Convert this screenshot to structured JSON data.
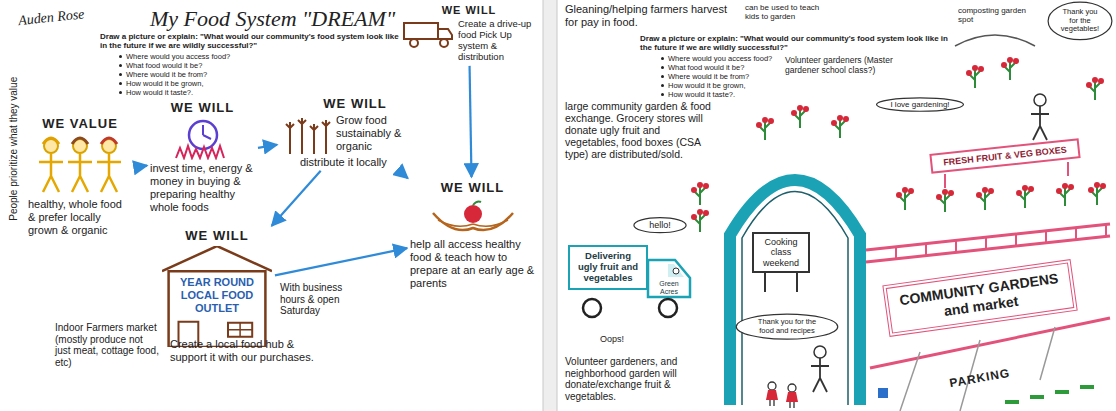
{
  "diagram": {
    "title": "My Food System \"DREAM\"",
    "nodes": [
      {
        "text": [
          "WE VALUE",
          "healthy, whole food & prefer locally grown & organic"
        ]
      },
      {
        "text": [
          "WE WILL",
          "invest time, energy & money in buying & preparing healthy whole foods"
        ]
      },
      {
        "text": [
          "WE WILL",
          "Grow food sustainably & organic",
          "distribute it locally"
        ]
      },
      {
        "text": [
          "WE WILL",
          "Create a drive-up food Pick Up system & distribution"
        ]
      },
      {
        "text": [
          "WE WILL",
          "help all access healthy food & teach how to prepare at an early age & parents"
        ]
      },
      {
        "text": [
          "WE WILL",
          "YEAR ROUND LOCAL FOOD OUTLET"
        ]
      },
      {
        "text": [
          "Delivering ugly fruit and vegetables"
        ]
      },
      {
        "text": [
          "Cooking class weekend"
        ]
      },
      {
        "text": [
          "COMMUNITY GARDENS and market"
        ]
      },
      {
        "text": [
          "FRESH FRUIT & VEG BOXES"
        ]
      }
    ],
    "edges": [
      {
        "from": 0,
        "to": 1,
        "arrow": "to"
      },
      {
        "from": 1,
        "to": 2,
        "arrow": "to"
      },
      {
        "from": 2,
        "to": 5,
        "arrow": "to"
      },
      {
        "from": 2,
        "to": 4,
        "arrow": "to"
      },
      {
        "from": 3,
        "to": 4,
        "arrow": "to"
      },
      {
        "from": 5,
        "to": 4,
        "arrow": "to"
      }
    ],
    "labels": [
      "Auden Rose",
      "People prioritize what they value",
      "Draw a picture or explain: \"What would our community's food system look like in the future if we are wildly successful?\"",
      "Where would you access food?",
      "What food would it be?",
      "Where would it be from?",
      "How would it be grown,",
      "How would it taste?.",
      "With business hours & open Saturday",
      "Indoor Farmers market (mostly produce not just meat, cottage food, etc)",
      "Create a local food hub & support it with our purchases.",
      "Gleaning/helping farmers harvest for pay in food.",
      "can be used to teach kids to garden",
      "composting garden spot",
      "Thank you for the vegetables!",
      "Draw a picture or explain: \"What would our community's food system look like in the future if we are wildly successful?\"",
      "Where would you access food?",
      "What food would it be?",
      "Where would it be from?",
      "How would it be grown,",
      "How would it taste?.",
      "Volunteer gardeners (Master gardener school class?)",
      "large community garden & food exchange. Grocery stores will donate ugly fruit and vegetables, food boxes (CSA type) are distributed/sold.",
      "I love gardening!",
      "hello!",
      "Green Acres",
      "Oops!",
      "Thank you for the food and recipes",
      "PARKING",
      "Volunteer gardeners, and neighborhood garden will donate/exchange fruit & vegetables."
    ]
  }
}
